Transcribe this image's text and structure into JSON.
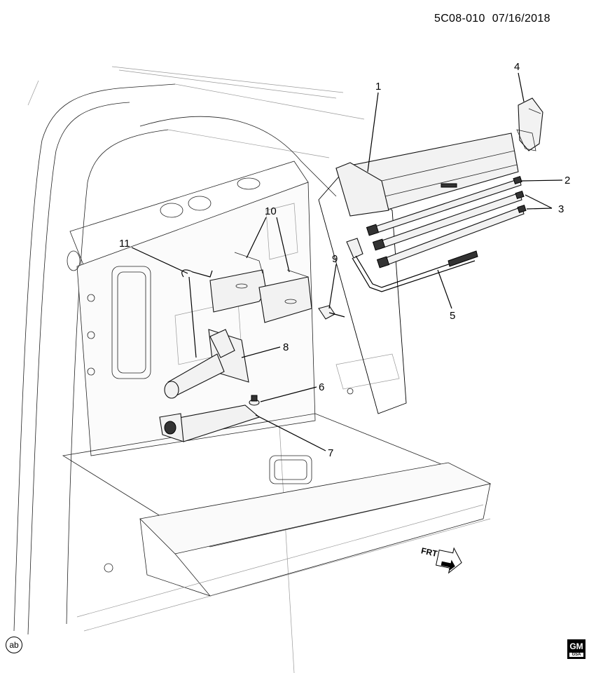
{
  "header": {
    "code": "5C08-010",
    "date": "07/16/2018"
  },
  "callouts": [
    "1",
    "2",
    "3",
    "4",
    "5",
    "6",
    "7",
    "8",
    "9",
    "10",
    "11"
  ],
  "direction_label": "FRT",
  "footer": {
    "ab_label": "ab",
    "gm_logo": "GM",
    "gm_sub": "GSA"
  }
}
